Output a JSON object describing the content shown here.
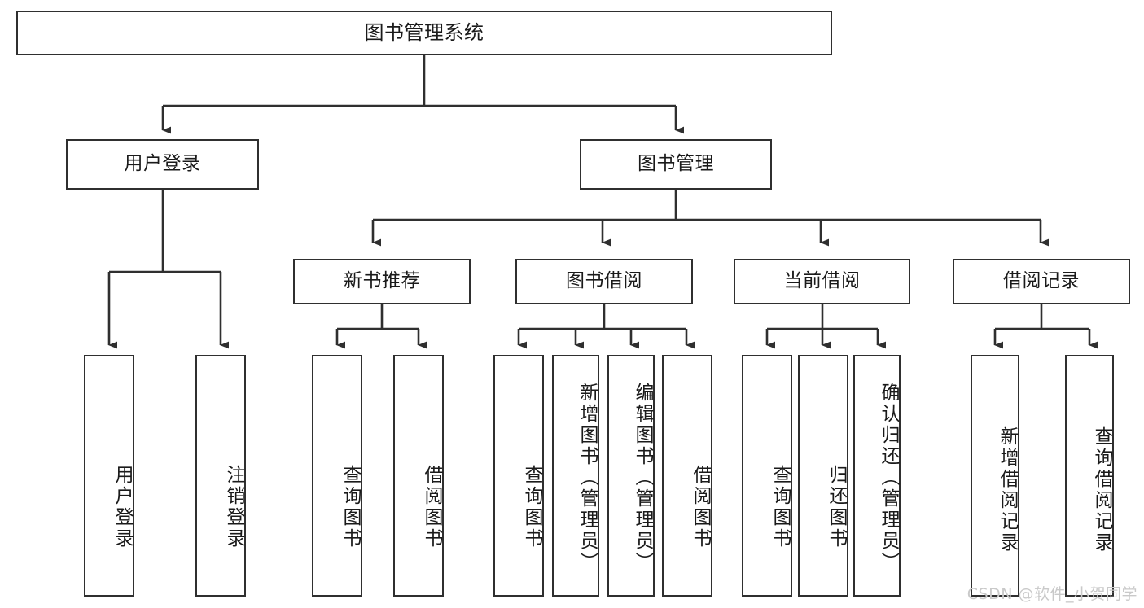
{
  "diagram": {
    "title": "图书管理系统",
    "type": "hierarchy-tree",
    "root": {
      "label": "图书管理系统"
    },
    "level2": [
      {
        "label": "用户登录"
      },
      {
        "label": "图书管理"
      }
    ],
    "level3": [
      {
        "label": "新书推荐"
      },
      {
        "label": "图书借阅"
      },
      {
        "label": "当前借阅"
      },
      {
        "label": "借阅记录"
      }
    ],
    "leaves": {
      "user_login": [
        {
          "label": "用户登录"
        },
        {
          "label": "注销登录"
        }
      ],
      "new_book_recommend": [
        {
          "label": "查询图书"
        },
        {
          "label": "借阅图书"
        }
      ],
      "book_borrow": [
        {
          "label": "查询图书"
        },
        {
          "label": "新增图书（管理员）"
        },
        {
          "label": "编辑图书（管理员）"
        },
        {
          "label": "借阅图书"
        }
      ],
      "current_borrow": [
        {
          "label": "查询图书"
        },
        {
          "label": "归还图书"
        },
        {
          "label": "确认归还（管理员）"
        }
      ],
      "borrow_record": [
        {
          "label": "新增借阅记录"
        },
        {
          "label": "查询借阅记录"
        }
      ]
    }
  },
  "watermark": {
    "text": "CSDN @软件_小贺同学"
  },
  "colors": {
    "stroke": "#2f2f2f",
    "background": "#ffffff",
    "text": "#1a1a1a",
    "watermark": "#c9c9c9"
  }
}
